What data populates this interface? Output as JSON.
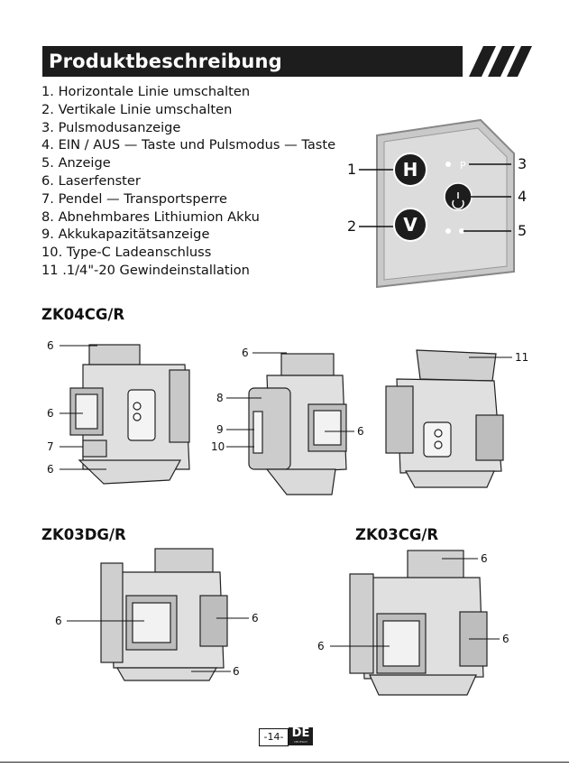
{
  "header": {
    "title": "Produktbeschreibung"
  },
  "features": [
    "1. Horizontale Linie umschalten",
    "2. Vertikale Linie umschalten",
    "3. Pulsmodusanzeige",
    "4. EIN / AUS — Taste und Pulsmodus — Taste",
    "5. Anzeige",
    "6. Laserfenster",
    "7. Pendel — Transportsperre",
    "8. Abnehmbares Lithiumion Akku",
    "9. Akkukapazitätsanzeige",
    "10. Type-C Ladeanschluss",
    "11 .1/4\"-20 Gewindeinstallation"
  ],
  "panel": {
    "button_h": "H",
    "button_v": "V",
    "callouts": [
      "1",
      "2",
      "3",
      "4",
      "5"
    ]
  },
  "models": {
    "zk04": "ZK04CG/R",
    "zk03dg": "ZK03DG/R",
    "zk03cg": "ZK03CG/R"
  },
  "labels": {
    "a1": "6",
    "a2": "6",
    "a3": "7",
    "a4": "6",
    "b1": "6",
    "b2": "8",
    "b3": "9",
    "b4": "10",
    "b5": "6",
    "c1": "11",
    "d1": "6",
    "d2": "6",
    "d3": "6",
    "e1": "6",
    "e2": "6",
    "e3": "6"
  },
  "footer": {
    "page": "-14-",
    "lang": "DE",
    "lang_sub": "DEUTSCH"
  }
}
